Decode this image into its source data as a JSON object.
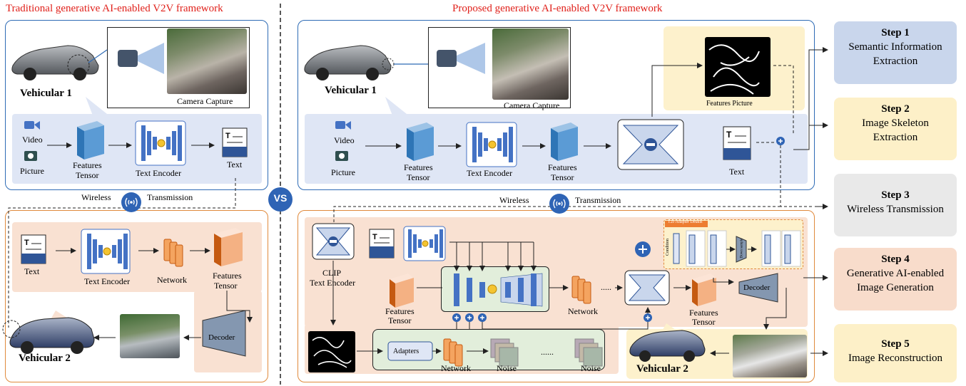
{
  "titles": {
    "left": "Traditional generative AI-enabled V2V framework",
    "right": "Proposed generative AI-enabled V2V framework",
    "vs": "VS"
  },
  "traditional": {
    "vehicle1": "Vehicular 1",
    "camera_capture": "Camera Capture",
    "video": "Video",
    "picture": "Picture",
    "features_tensor": [
      "Features",
      "Tensor"
    ],
    "text_encoder": "Text Encoder",
    "text": "Text",
    "wireless": "Wireless",
    "transmission": "Transmission",
    "rx_text": "Text",
    "rx_text_encoder": "Text Encoder",
    "network": "Network",
    "rx_features_tensor": [
      "Features",
      "Tensor"
    ],
    "decoder": "Decoder",
    "vehicle2": "Vehicular 2"
  },
  "proposed": {
    "vehicle1": "Vehicular 1",
    "camera_capture": "Camera Capture",
    "features_picture": "Features Picture",
    "video": "Video",
    "picture": "Picture",
    "features_tensor_1": [
      "Features",
      "Tensor"
    ],
    "text_encoder": "Text Encoder",
    "features_tensor_2": [
      "Features",
      "Tensor"
    ],
    "text": "Text",
    "wireless": "Wireless",
    "transmission": "Transmission",
    "clip": [
      "CLIP",
      "Text Encoder"
    ],
    "features_tensor_3": [
      "Features",
      "Tensor"
    ],
    "network": "Network",
    "ellipsis": ".....",
    "features_tensor_4": [
      "Features",
      "Tensor"
    ],
    "decoder": "Decoder",
    "adapters": "Adapters",
    "network_2": "Network",
    "noise_1": "Noise",
    "noise_ellipsis": "......",
    "noise_2": "Noise",
    "t2i_title": "T2I-Adapter Details",
    "t2i_conv": "Condition",
    "t2i_down": "Down sample",
    "vehicle2": "Vehicular 2"
  },
  "steps": [
    {
      "title": "Step 1",
      "desc": [
        "Semantic Information",
        "Extraction"
      ],
      "color": "#c9d6ec"
    },
    {
      "title": "Step 2",
      "desc": [
        "Image Skeleton",
        "Extraction"
      ],
      "color": "#fdf0c8"
    },
    {
      "title": "Step 3",
      "desc": [
        "Wireless Transmission"
      ],
      "color": "#e9e9e9"
    },
    {
      "title": "Step 4",
      "desc": [
        "Generative AI-enabled",
        "Image Generation"
      ],
      "color": "#f8dccb"
    },
    {
      "title": "Step 5",
      "desc": [
        "Image Reconstruction"
      ],
      "color": "#fdf0c8"
    }
  ],
  "colors": {
    "title_red": "#e0201a",
    "panel_blue_border": "#2e6bb5",
    "panel_orange_border": "#e08a3c",
    "light_blue_fill": "#dfe6f5",
    "light_orange_fill": "#f9e1d2",
    "light_yellow_fill": "#fdf1cc",
    "light_green_fill": "#e2eedb",
    "tensor_blue": "#5b9bd5",
    "tensor_orange": "#f4a460",
    "wireless_blue": "#2f64b5"
  }
}
